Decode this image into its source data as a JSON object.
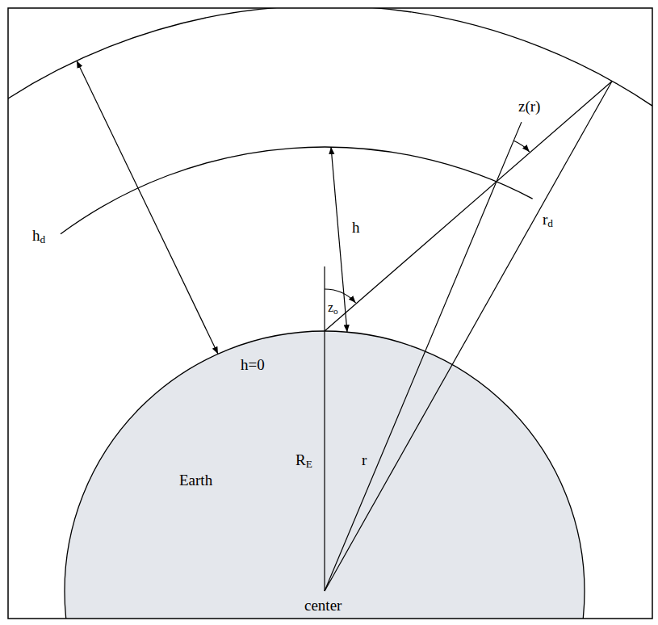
{
  "diagram": {
    "labels": [
      "hd",
      "h",
      "h=0",
      "zo",
      "z(r)",
      "RE",
      "r",
      "rd",
      "Earth",
      "center"
    ]
  }
}
